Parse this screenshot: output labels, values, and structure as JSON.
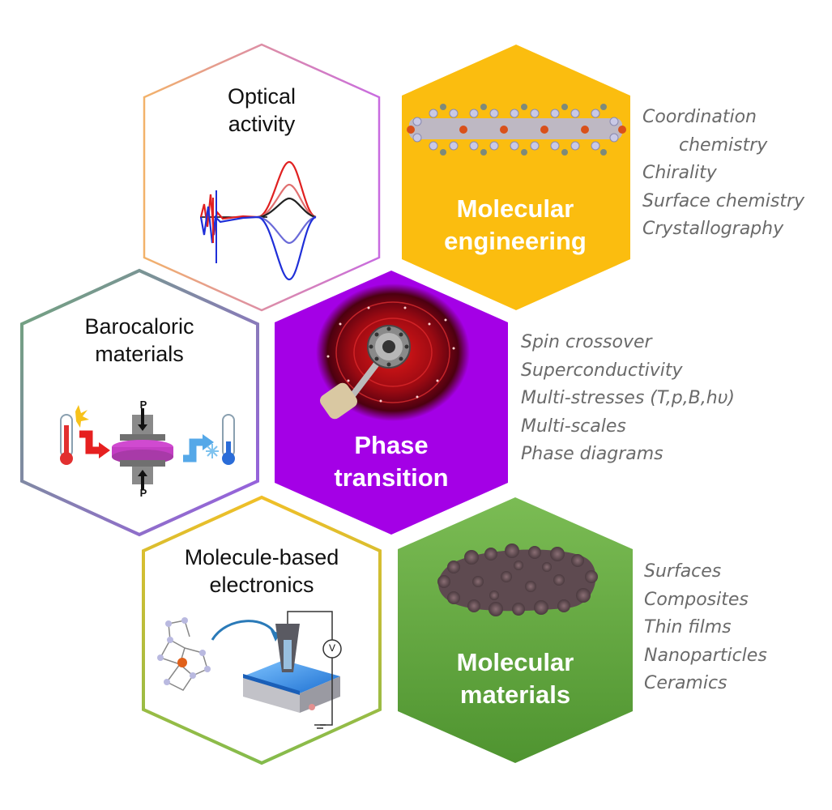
{
  "hexagons": {
    "optical": {
      "title_line1": "Optical",
      "title_line2": "activity"
    },
    "molecular_engineering": {
      "title_line1": "Molecular",
      "title_line2": "engineering",
      "color": "#fbbd0f"
    },
    "barocaloric": {
      "title_line1": "Barocaloric",
      "title_line2": "materials",
      "pressure_label": "P"
    },
    "phase_transition": {
      "title_line1": "Phase",
      "title_line2": "transition",
      "color": "#a400e6"
    },
    "electronics": {
      "title_line1": "Molecule-based",
      "title_line2": "electronics",
      "voltmeter_label": "V"
    },
    "molecular_materials": {
      "title_line1": "Molecular",
      "title_line2": "materials",
      "color": "#5fa33a"
    }
  },
  "keywords": {
    "molecular_engineering": [
      "Coordination",
      "chemistry",
      "Chirality",
      "Surface chemistry",
      "Crystallography"
    ],
    "phase_transition": [
      "Spin crossover",
      "Superconductivity",
      "Multi-stresses (T,p,B,hυ)",
      "Multi-scales",
      "Phase diagrams"
    ],
    "molecular_materials": [
      "Surfaces",
      "Composites",
      "Thin films",
      "Nanoparticles",
      "Ceramics"
    ]
  }
}
